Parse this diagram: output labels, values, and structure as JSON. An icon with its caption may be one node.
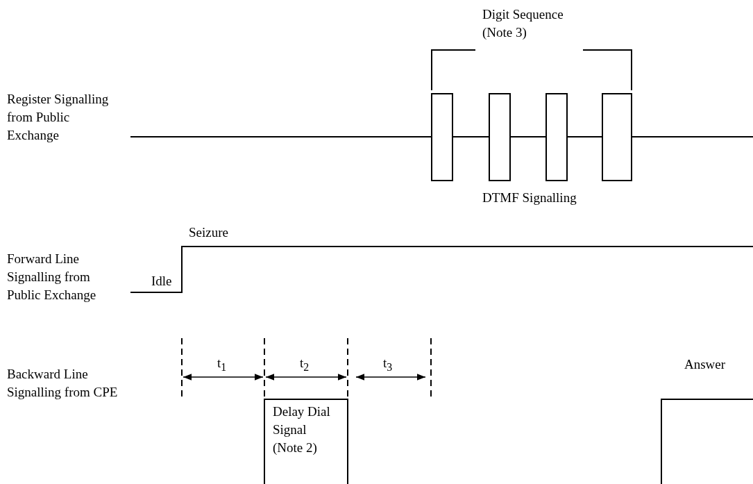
{
  "diagram": {
    "labels": [
      "Digit Sequence (Note 3)",
      "Register Signalling from Public Exchange",
      "DTMF Signalling",
      "Seizure",
      "Forward Line Signalling from Public Exchange",
      "Idle",
      "t$_{1}$",
      "t$_{2}$",
      "t$_{3}$",
      "Answer",
      "Backward Line Signalling from CPE",
      "Delay Dial Signal (Note 2)"
    ]
  }
}
